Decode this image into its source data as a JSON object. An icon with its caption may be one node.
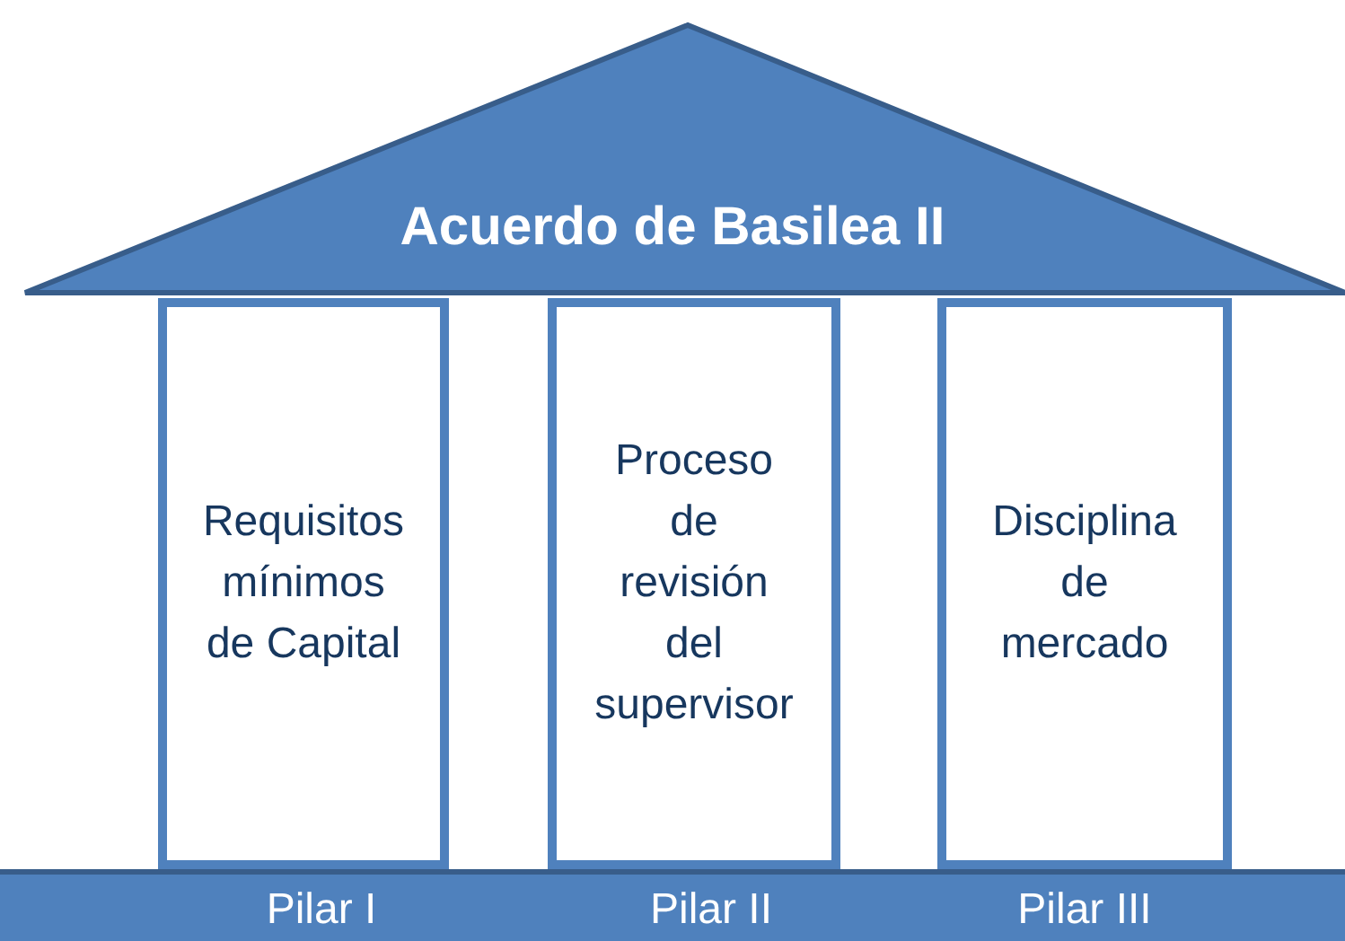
{
  "diagram": {
    "nodes": [
      {
        "text": [
          "Acuerdo de Basilea II"
        ]
      },
      {
        "text": [
          "Requisitos mínimos de Capital"
        ]
      },
      {
        "text": [
          "Proceso de revisión del supervisor"
        ]
      },
      {
        "text": [
          "Disciplina de mercado"
        ]
      },
      {
        "text": [
          "Pilar I",
          "Pilar II",
          "Pilar III"
        ]
      }
    ],
    "edges": []
  }
}
